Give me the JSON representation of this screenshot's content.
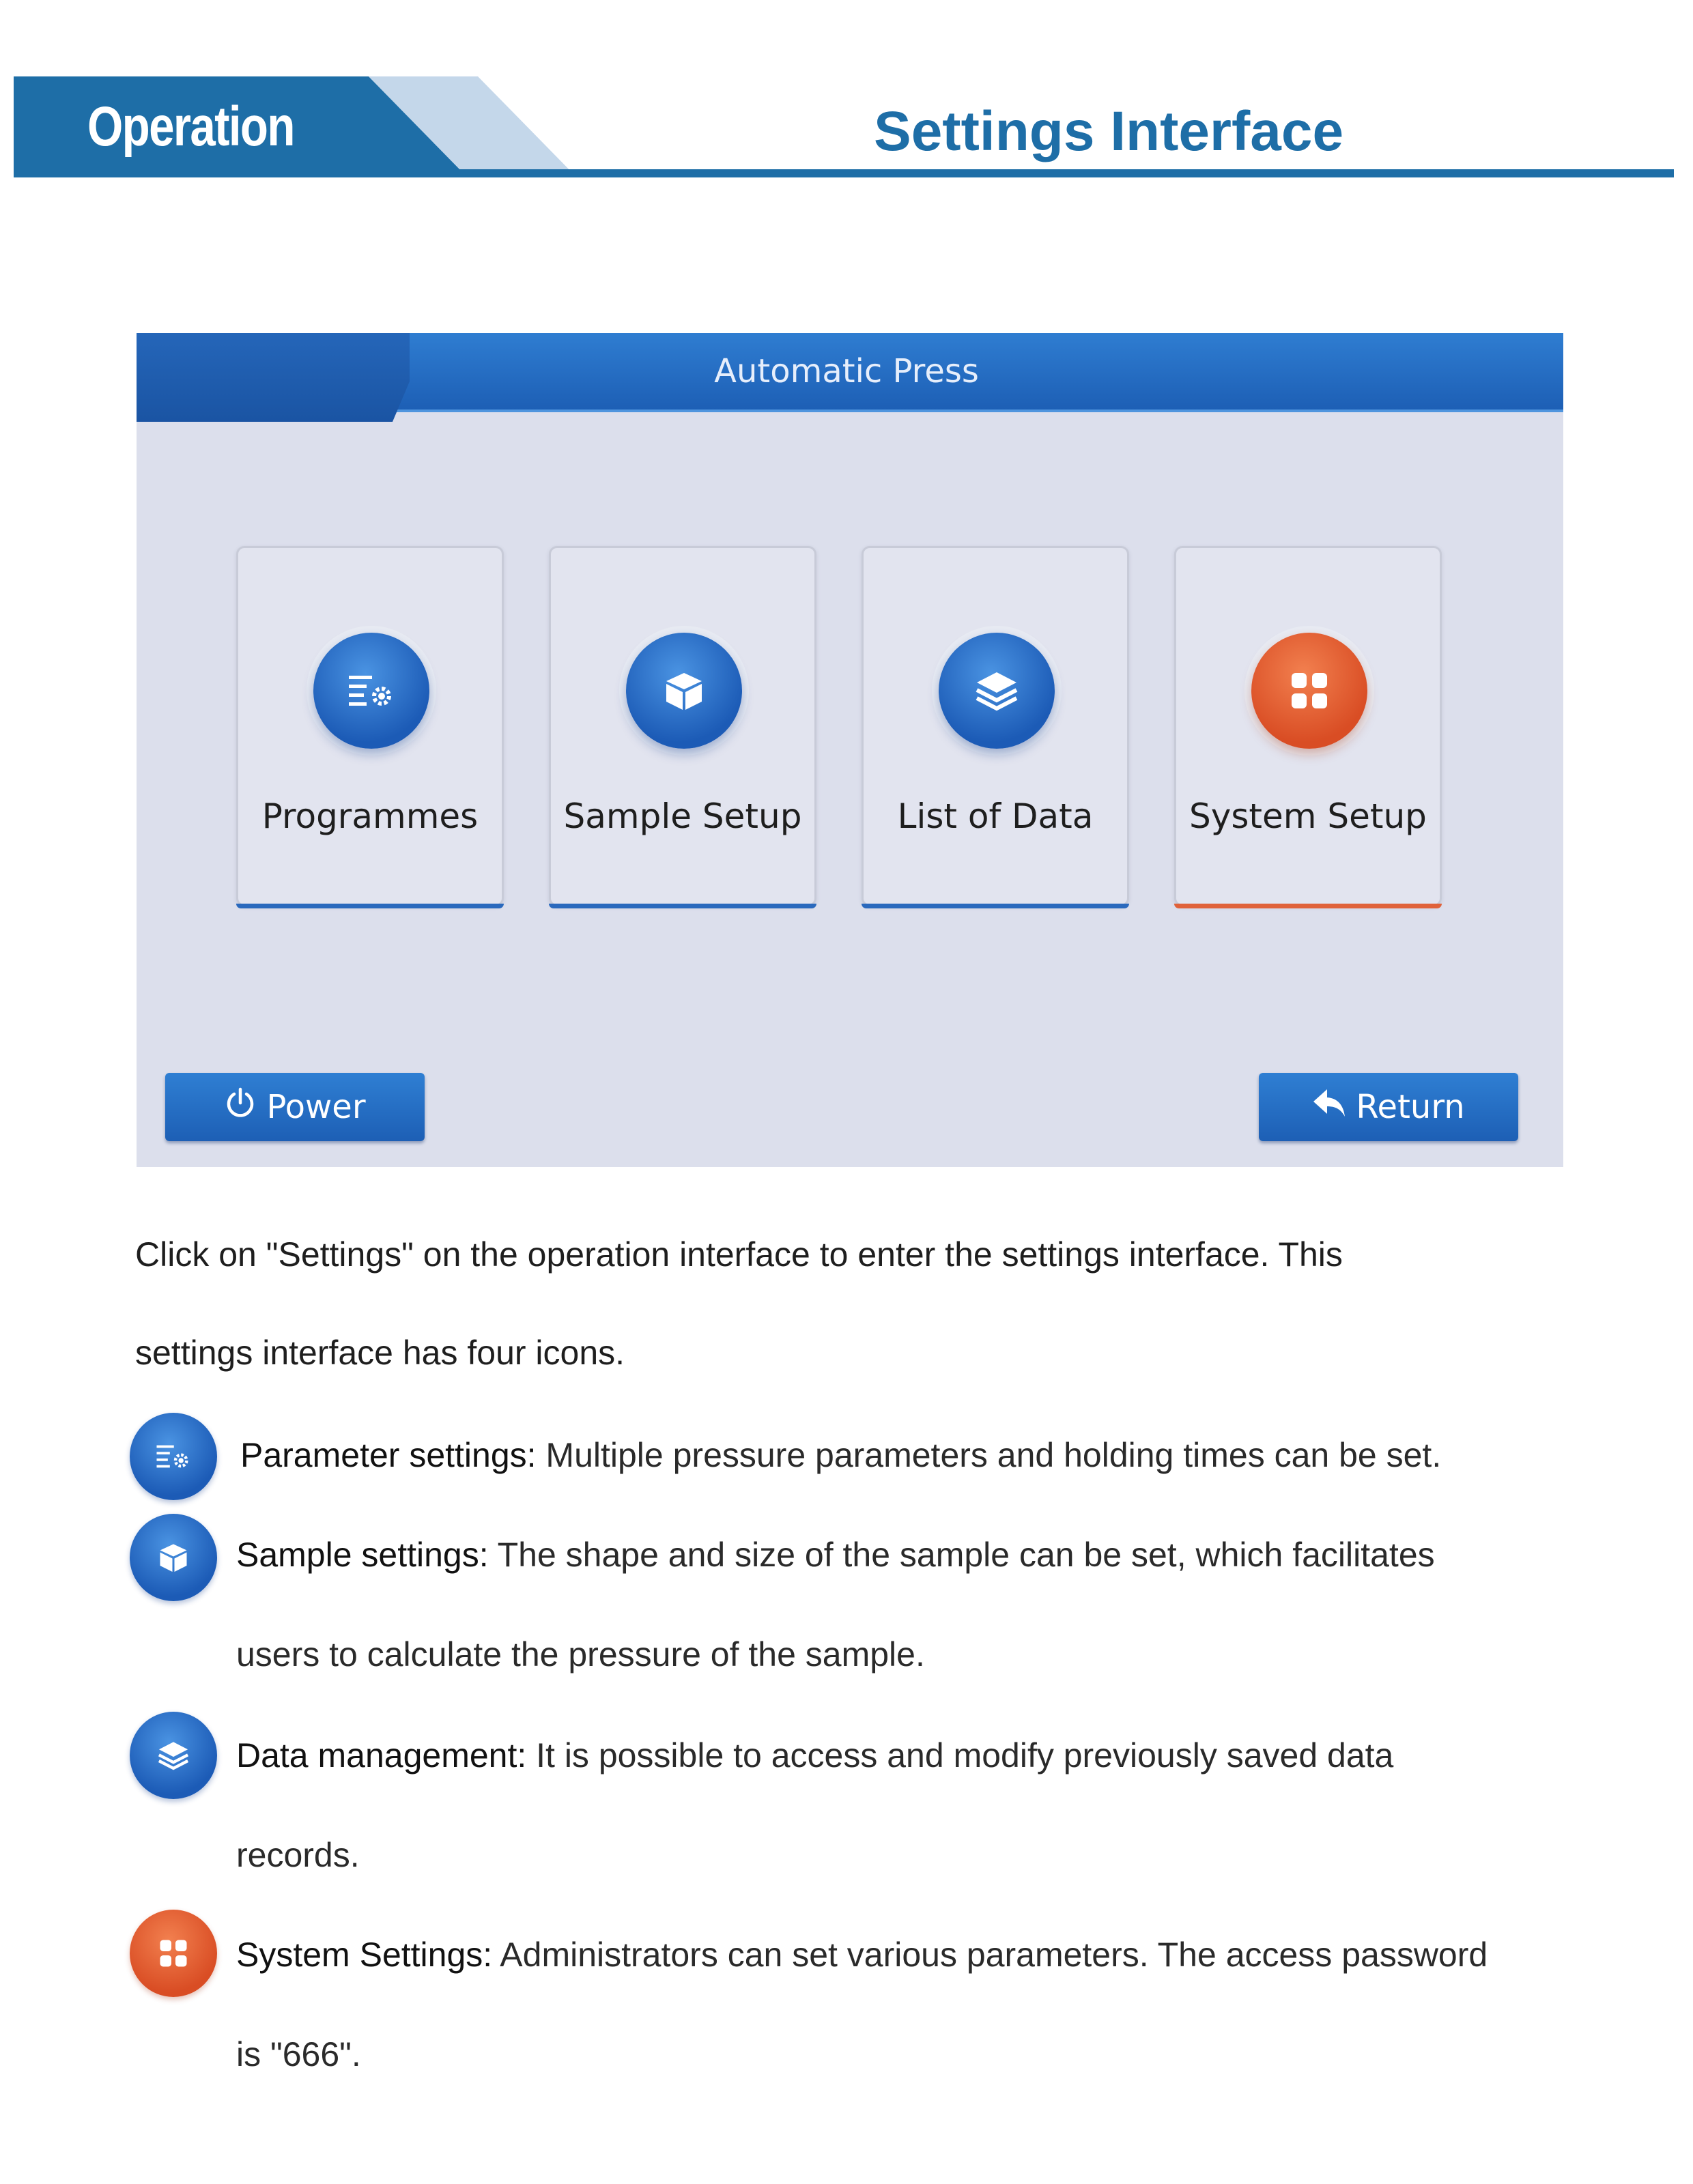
{
  "header": {
    "section_label": "Operation",
    "page_title": "Settings Interface"
  },
  "device": {
    "title": "Automatic  Press",
    "cards": [
      {
        "label": "Programmes",
        "icon": "list-settings-icon"
      },
      {
        "label": "Sample Setup",
        "icon": "cube-icon"
      },
      {
        "label": "List of Data",
        "icon": "layers-icon"
      },
      {
        "label": "System Setup",
        "icon": "grid-four-icon"
      }
    ],
    "power_label": "Power",
    "return_label": "Return"
  },
  "intro": {
    "line1": "Click on \"Settings\" on the operation interface to enter the settings interface. This",
    "line2": "settings interface has four icons."
  },
  "items": [
    {
      "title": "Parameter settings:",
      "text": " Multiple pressure parameters and holding times can be set.",
      "text2": ""
    },
    {
      "title": "Sample settings:",
      "text": " The shape and size of the sample can be set, which facilitates",
      "text2": "users to calculate the pressure of the sample."
    },
    {
      "title": "Data management:",
      "text": " It is possible to access and modify previously saved data",
      "text2": "records."
    },
    {
      "title": "System Settings:",
      "text": " Administrators can set various parameters. The access password",
      "text2": "is \"666\"."
    }
  ],
  "colors": {
    "brand_blue": "#1e6ea7",
    "icon_blue": "#1c5bb6",
    "icon_orange": "#d94d24"
  }
}
